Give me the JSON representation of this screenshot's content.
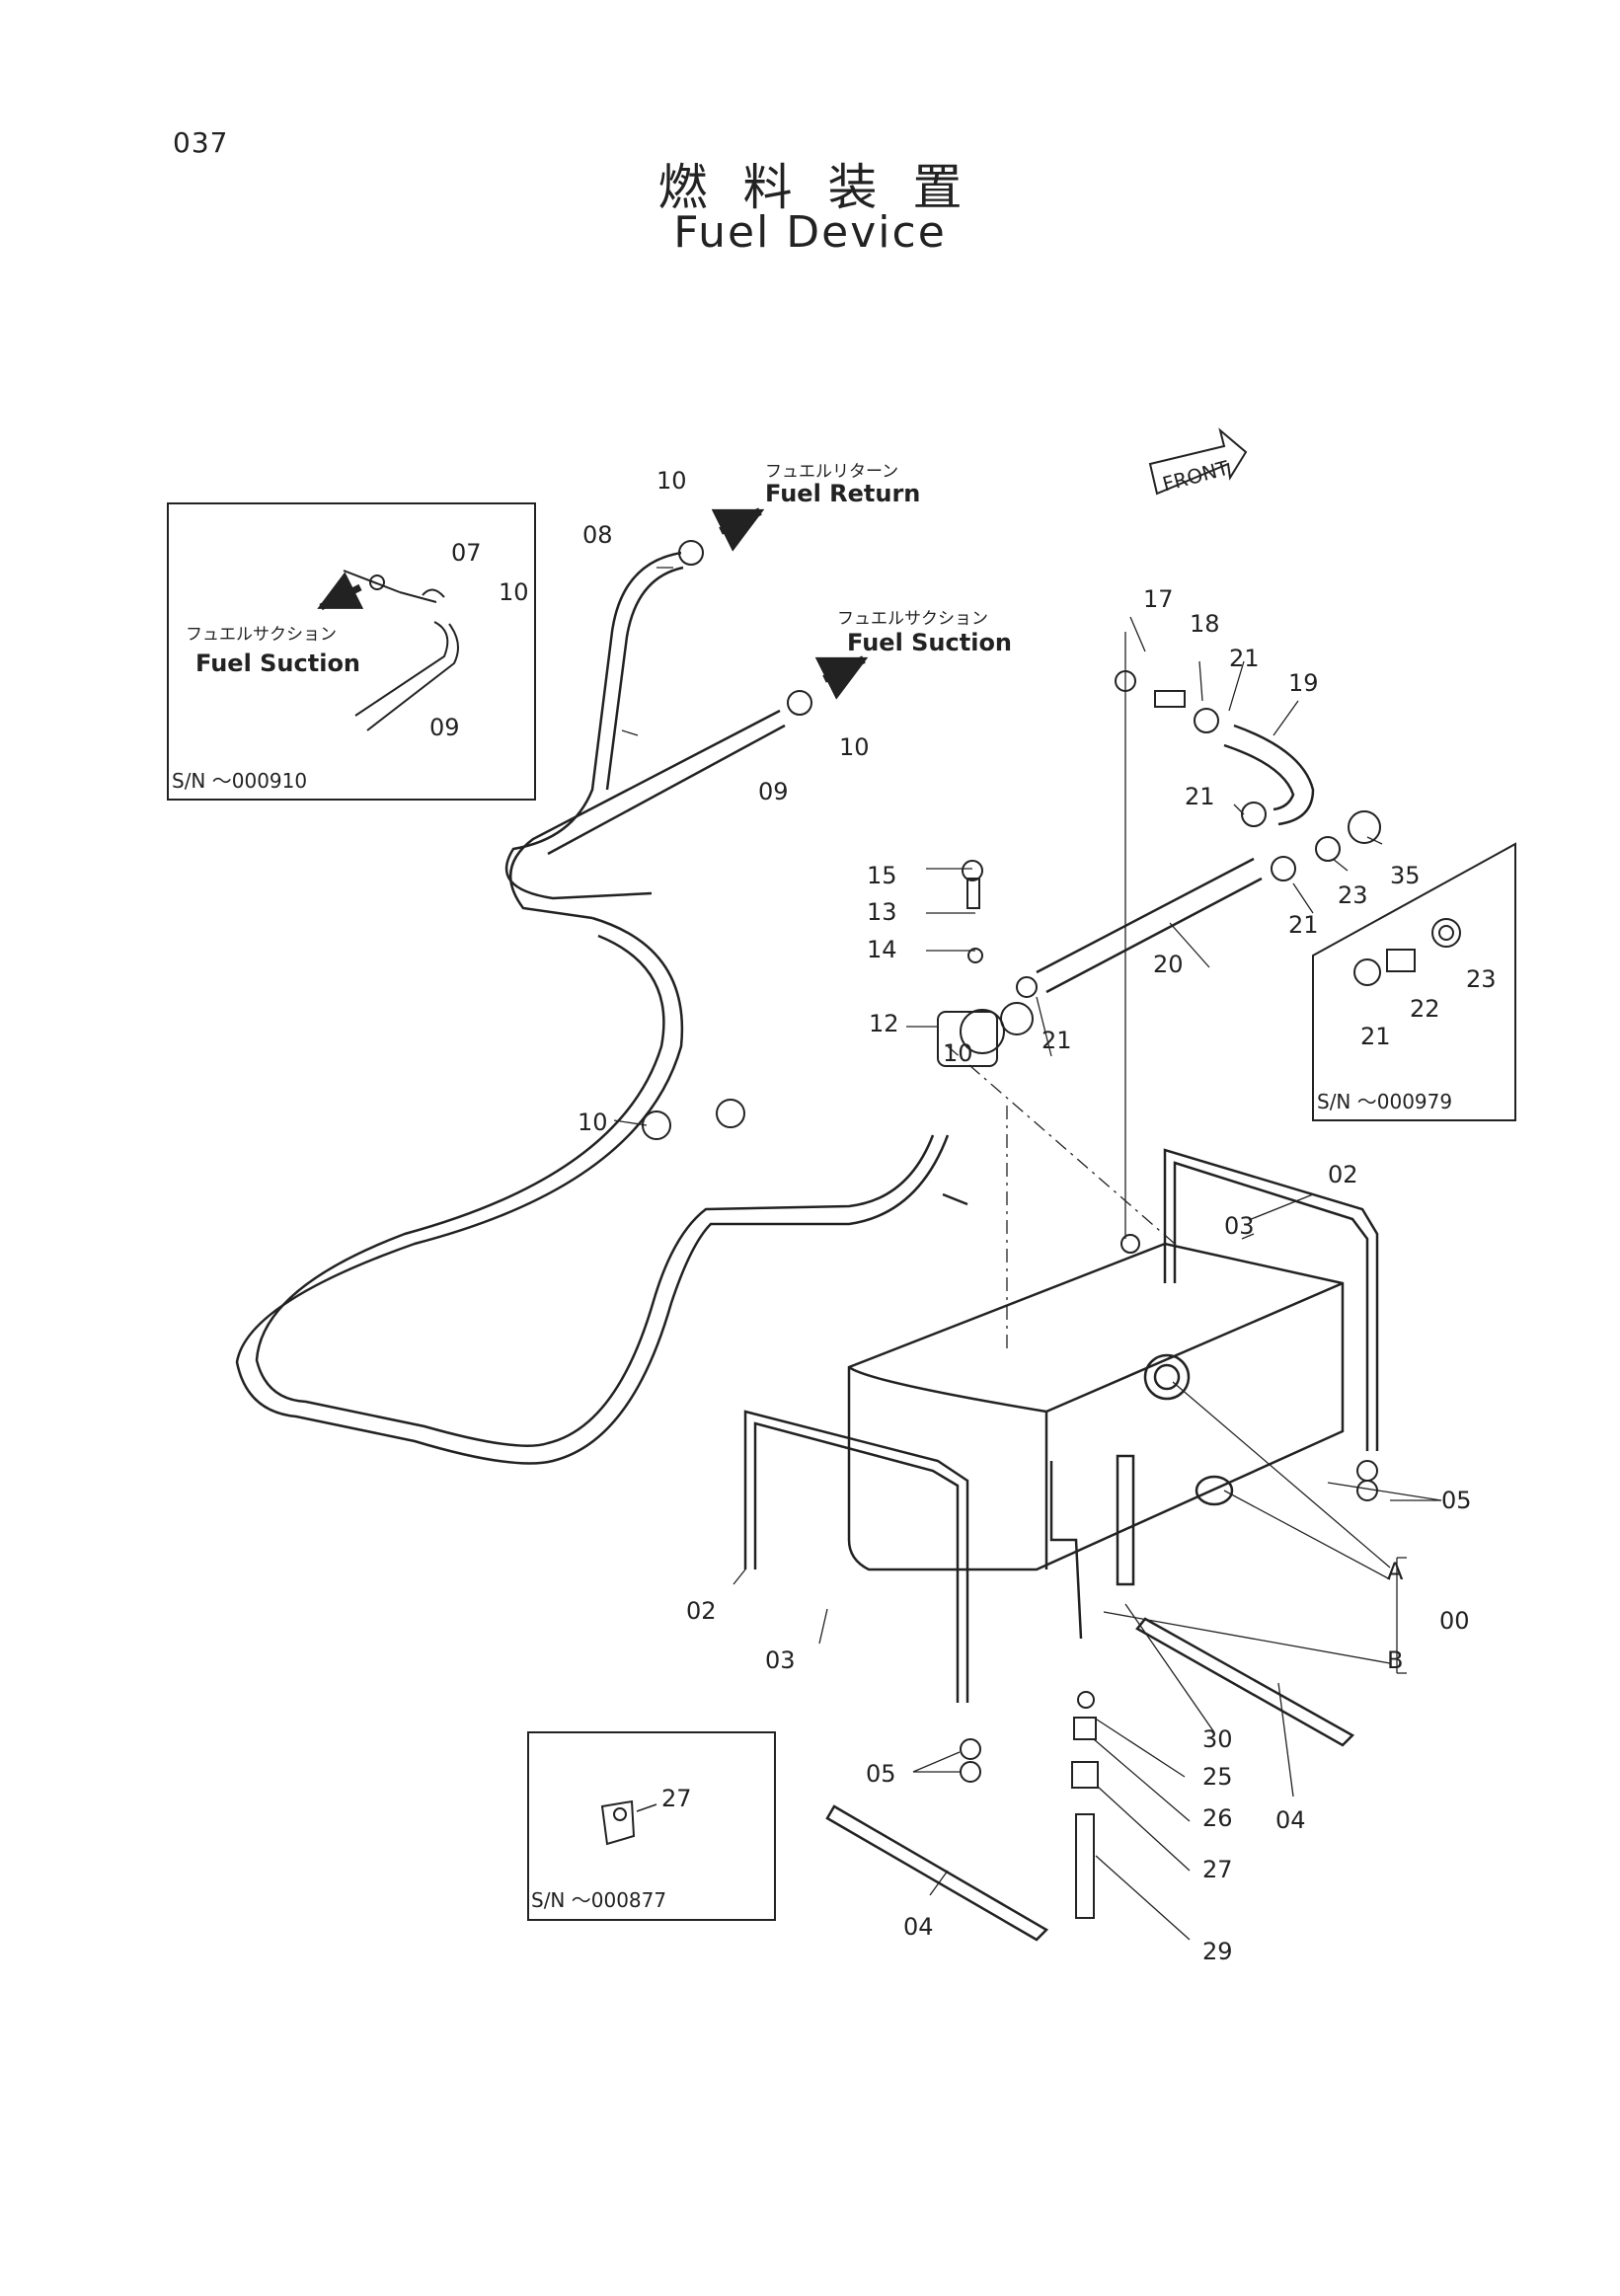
{
  "page_number": "037",
  "title_jp": "燃料装置",
  "title_en": "Fuel Device",
  "front_label": "FRONT",
  "flow_labels": {
    "return_jp": "フュエルリターン",
    "return_en": "Fuel Return",
    "suction_jp": "フュエルサクション",
    "suction_en": "Fuel Suction"
  },
  "insets": {
    "left_top": {
      "sn": "S/N ～000910",
      "suction_jp": "フュエルサクション",
      "suction_en": "Fuel Suction"
    },
    "right": {
      "sn": "S/N ～000979"
    },
    "bottom": {
      "sn": "S/N ～000877"
    }
  },
  "labels": {
    "a": "A",
    "b": "B",
    "set": "00",
    "p02": "02",
    "p03": "03",
    "p04": "04",
    "p05": "05",
    "p07": "07",
    "p08": "08",
    "p09": "09",
    "p10": "10",
    "p12": "12",
    "p13": "13",
    "p14": "14",
    "p15": "15",
    "p17": "17",
    "p18": "18",
    "p19": "19",
    "p20": "20",
    "p21": "21",
    "p22": "22",
    "p23": "23",
    "p25": "25",
    "p26": "26",
    "p27": "27",
    "p29": "29",
    "p30": "30",
    "p35": "35"
  }
}
